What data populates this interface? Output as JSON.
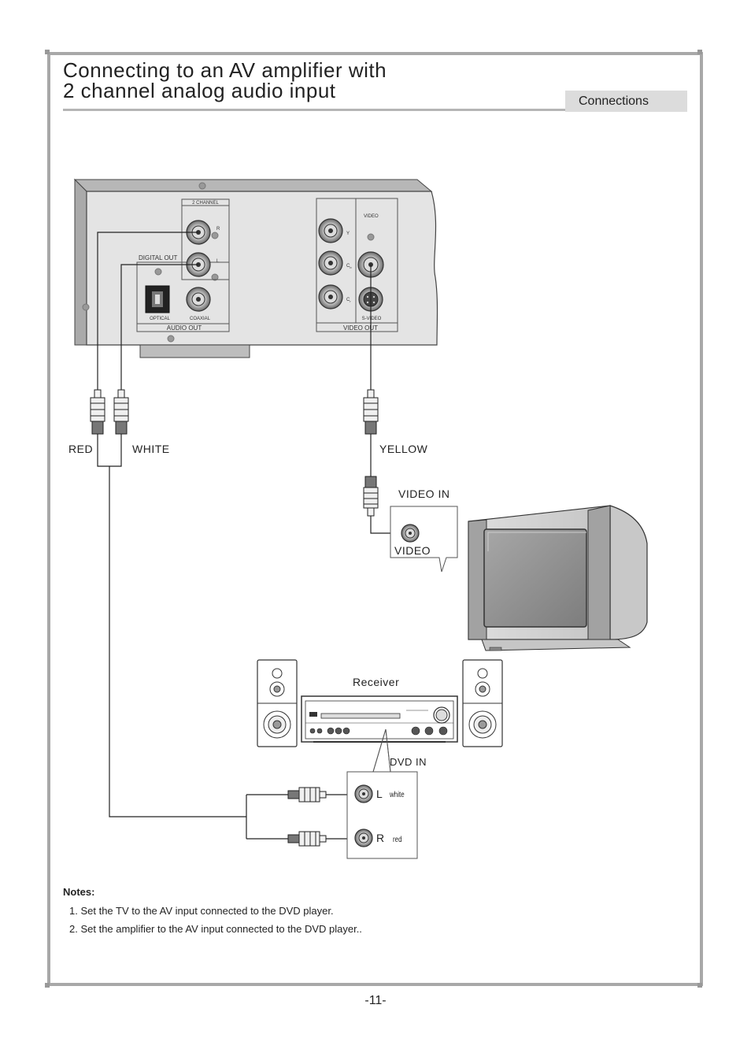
{
  "page": {
    "title_line1": "Connecting to an AV amplifier with",
    "title_line2": "2 channel analog audio input",
    "section_tab": "Connections",
    "page_number": "-11-"
  },
  "diagram": {
    "dvd_panel": {
      "two_channel_label": "2 CHANNEL",
      "r_label": "R",
      "l_label": "L",
      "digital_out_label": "DIGITAL  OUT",
      "optical_label": "OPTICAL",
      "coaxial_label": "COAXIAL",
      "audio_out_label": "AUDIO  OUT",
      "video_label": "VIDEO",
      "y_label": "Y",
      "cb_label": "C",
      "cb_sub": "b",
      "cr_label": "C",
      "cr_sub": "r",
      "svideo_label": "S-VIDEO",
      "video_out_label": "VIDEO  OUT"
    },
    "cable_labels": {
      "red": "RED",
      "white": "WHITE",
      "yellow": "YELLOW"
    },
    "tv": {
      "video_in_label": "VIDEO IN",
      "video_jack_label": "VIDEO"
    },
    "receiver": {
      "label": "Receiver",
      "dvd_in_label": "DVD IN",
      "l_label": "L",
      "l_color": "white",
      "r_label": "R",
      "r_color": "red"
    }
  },
  "notes": {
    "heading": "Notes:",
    "items": [
      "1. Set the TV to the AV input connected to the DVD player.",
      "2. Set the amplifier to the AV input connected to the DVD player.."
    ]
  },
  "colors": {
    "frame": "#a8a8a8",
    "tab_background": "#dcdcdc",
    "panel_fill": "#e4e4e4",
    "tv_screen": "#8e8e8e"
  }
}
